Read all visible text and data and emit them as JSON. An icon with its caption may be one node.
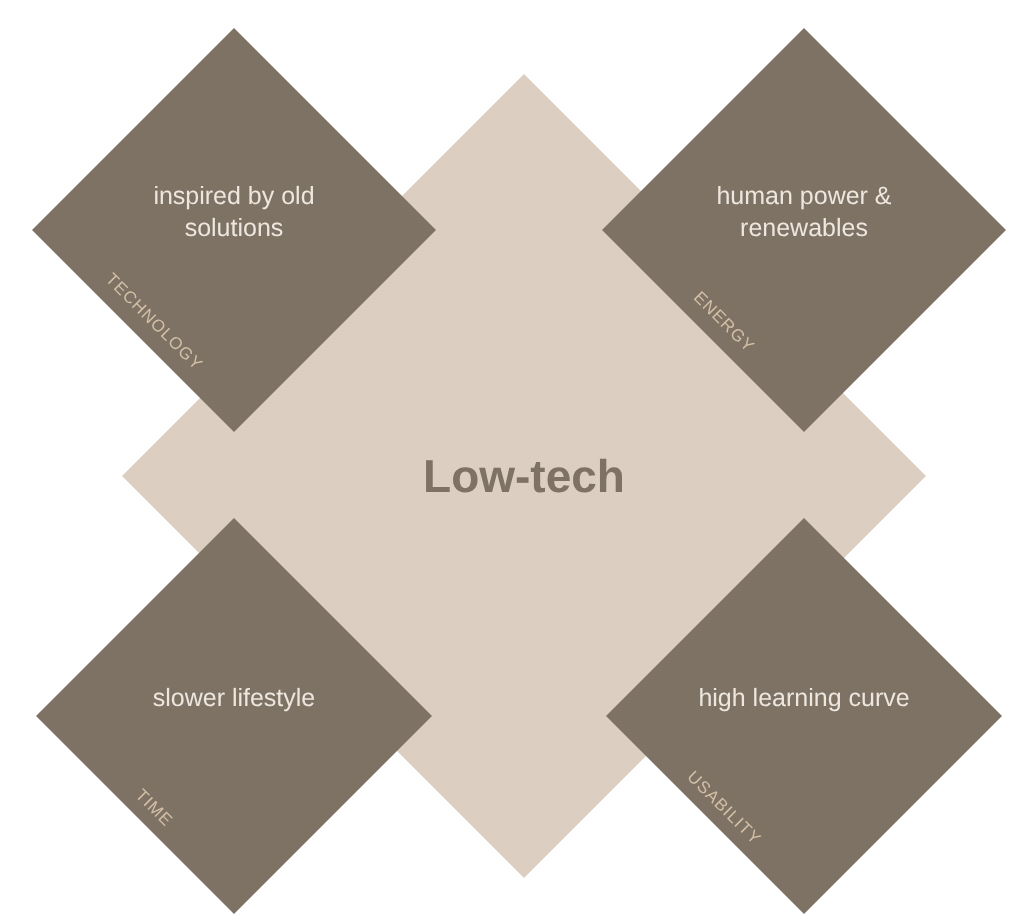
{
  "diagram": {
    "nodes": [
      {
        "text": [
          "Low-tech"
        ]
      },
      {
        "text": [
          "inspired by old solutions",
          "TECHNOLOGY"
        ]
      },
      {
        "text": [
          "human power & renewables",
          "ENERGY"
        ]
      },
      {
        "text": [
          "slower lifestyle",
          "TIME"
        ]
      },
      {
        "text": [
          "high learning curve",
          "USABILITY"
        ]
      }
    ]
  }
}
